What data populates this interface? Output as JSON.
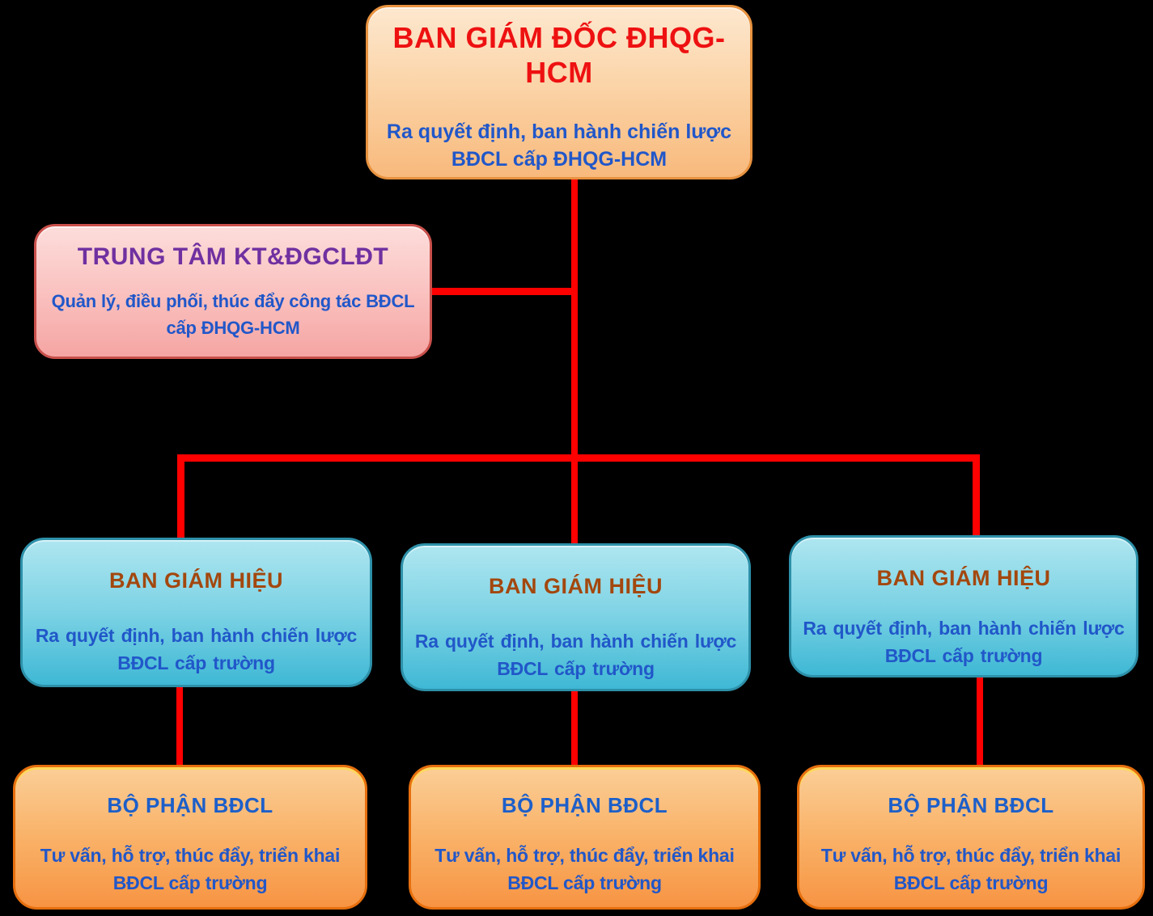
{
  "diagram": {
    "director": {
      "title": "BAN GIÁM ĐỐC ĐHQG-HCM",
      "desc": "Ra quyết định, ban hành chiến lược BĐCL cấp ĐHQG-HCM"
    },
    "center": {
      "title": "TRUNG TÂM KT&ĐGCLĐT",
      "desc": "Quản lý, điều phối, thúc đẩy  công tác BĐCL cấp ĐHQG-HCM"
    },
    "principals": [
      {
        "title": "BAN GIÁM HIỆU",
        "desc": "Ra quyết định, ban hành chiến lược BĐCL cấp trường"
      },
      {
        "title": "BAN GIÁM HIỆU",
        "desc": "Ra quyết định, ban hành chiến lược BĐCL cấp trường"
      },
      {
        "title": "BAN GIÁM HIỆU",
        "desc": "Ra quyết định, ban hành chiến lược BĐCL cấp trường"
      }
    ],
    "qa_units": [
      {
        "title": "BỘ PHẬN BĐCL",
        "desc": "Tư vấn, hỗ trợ, thúc đẩy, triển khai BĐCL cấp trường"
      },
      {
        "title": "BỘ PHẬN BĐCL",
        "desc": "Tư vấn, hỗ trợ, thúc đẩy, triển khai BĐCL cấp trường"
      },
      {
        "title": "BỘ PHẬN BĐCL",
        "desc": "Tư vấn, hỗ trợ, thúc đẩy, triển khai BĐCL cấp trường"
      }
    ],
    "colors": {
      "background": "#000000",
      "connector": "#FF0000",
      "director_title": "#EE1111",
      "director_fill_top": "#FDE8CF",
      "director_fill_bottom": "#F8B97C",
      "center_title": "#7030A0",
      "center_fill_top": "#FCDDDB",
      "center_fill_bottom": "#F5A5A3",
      "principal_title": "#A3470E",
      "principal_fill_top": "#AEE6F0",
      "principal_fill_bottom": "#3FB8D5",
      "qa_title": "#1D5FC9",
      "qa_fill_top": "#FBCE97",
      "qa_fill_bottom": "#F79443",
      "body_text": "#2157C9"
    }
  }
}
